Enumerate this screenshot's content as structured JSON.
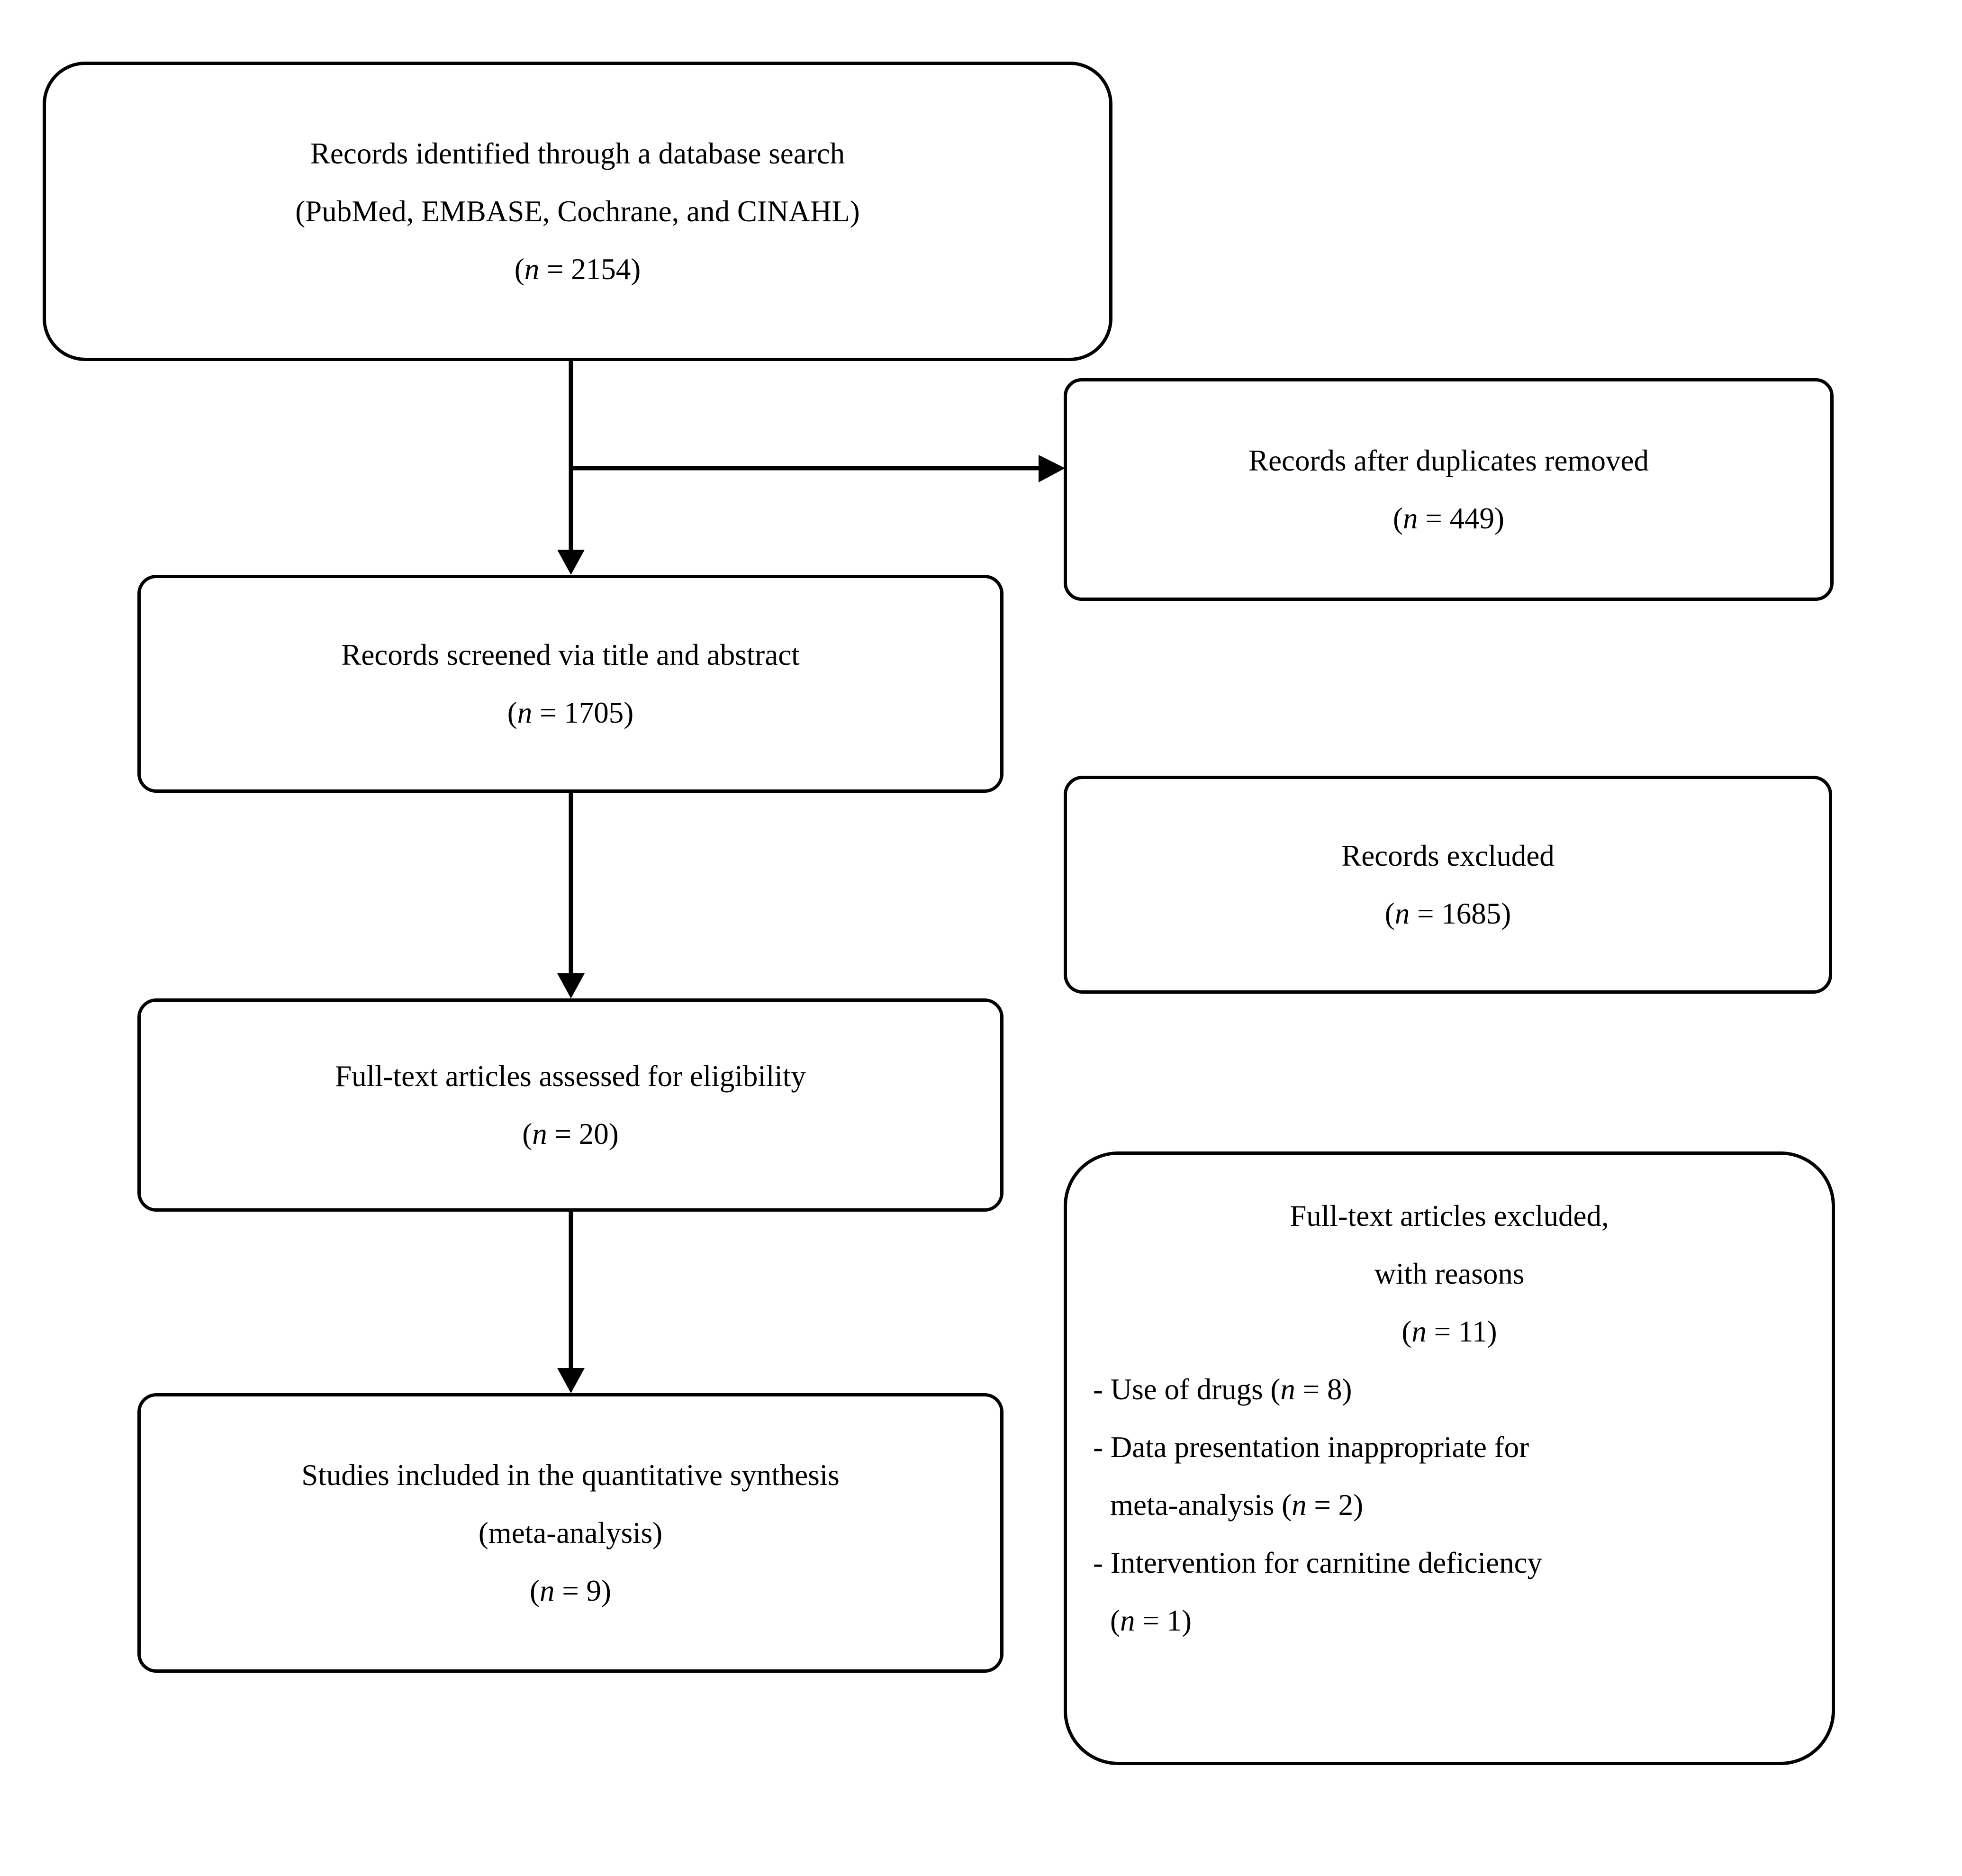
{
  "diagram": {
    "type": "prisma-flow-diagram",
    "title": "PRISMA study selection flow diagram",
    "stroke_color": "#000000",
    "background_color": "#ffffff"
  },
  "boxes": {
    "identified": {
      "name": "records-identified",
      "lines": [
        "Records identified through a database search",
        "(PubMed, EMBASE, Cochrane, and CINAHL)",
        "(n = 2154)"
      ],
      "n": 2154
    },
    "duplicates": {
      "name": "records-after-duplicates-removed",
      "lines": [
        "Records after duplicates removed",
        "(n = 449)"
      ],
      "n": 449
    },
    "screened": {
      "name": "records-screened",
      "lines": [
        "Records screened via title and abstract",
        "(n = 1705)"
      ],
      "n": 1705
    },
    "excluded": {
      "name": "records-excluded",
      "lines": [
        "Records excluded",
        "(n = 1685)"
      ],
      "n": 1685
    },
    "fulltext": {
      "name": "full-text-assessed",
      "lines": [
        "Full-text articles assessed for eligibility",
        "(n = 20)"
      ],
      "n": 20
    },
    "included": {
      "name": "studies-included",
      "lines": [
        "Studies included in the quantitative synthesis",
        "(meta-analysis)",
        "(n = 9)"
      ],
      "n": 9
    },
    "reasons": {
      "name": "full-text-excluded-with-reasons",
      "heading": [
        "Full-text articles excluded,",
        "with reasons",
        "(n = 11)"
      ],
      "n": 11,
      "items": [
        {
          "text": "- Use of drugs (n = 8)",
          "n": 8,
          "wrap": null
        },
        {
          "text": "- Data presentation inappropriate for",
          "n": 2,
          "wrap": "meta-analysis (n = 2)"
        },
        {
          "text": "- Intervention for carnitine deficiency",
          "n": 1,
          "wrap": "(n = 1)"
        }
      ]
    }
  },
  "connectors": [
    {
      "name": "identified-to-screened",
      "from": "identified",
      "to": "screened",
      "direction": "down"
    },
    {
      "name": "identified-to-duplicates",
      "from": "identified",
      "to": "duplicates",
      "direction": "right"
    },
    {
      "name": "screened-to-fulltext",
      "from": "screened",
      "to": "fulltext",
      "direction": "down"
    },
    {
      "name": "fulltext-to-included",
      "from": "fulltext",
      "to": "included",
      "direction": "down"
    }
  ]
}
